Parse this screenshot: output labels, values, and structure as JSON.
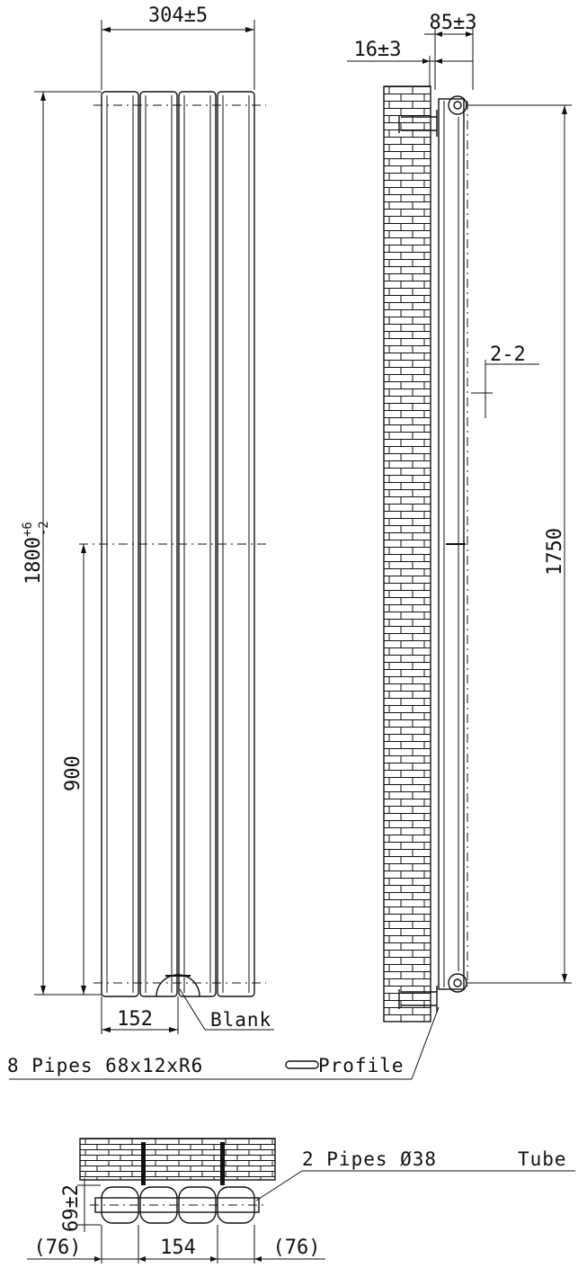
{
  "front_view": {
    "width_dim": "304±5",
    "height_dim": "1800",
    "height_tol_upper": "+6",
    "height_tol_lower": "-2",
    "mid_height_dim": "900",
    "inlet_offset_dim": "152",
    "blank_label": "Blank"
  },
  "side_view": {
    "depth_dim": "85±3",
    "wall_gap_dim": "16±3",
    "flange_dim": "2-2",
    "pipe_centres_dim": "1750"
  },
  "labels": {
    "pipes": "8 Pipes 68x12xR6",
    "profile": "Profile",
    "tube_pipes": "2 Pipes Ø38",
    "tube": "Tube"
  },
  "plan_view": {
    "depth_dim": "69±2",
    "left_dim": "(76)",
    "centre_dim": "154",
    "right_dim": "(76)"
  }
}
